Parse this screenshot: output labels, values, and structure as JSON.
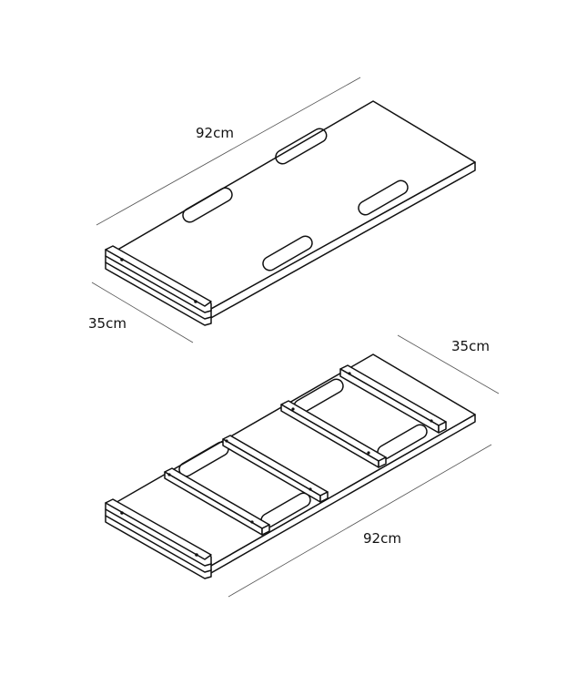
{
  "top_board": {
    "length_label": "92cm",
    "width_label": "35cm"
  },
  "bottom_board": {
    "length_label": "92cm",
    "width_label": "35cm"
  },
  "colors": {
    "line": "#111111",
    "background": "#ffffff"
  }
}
